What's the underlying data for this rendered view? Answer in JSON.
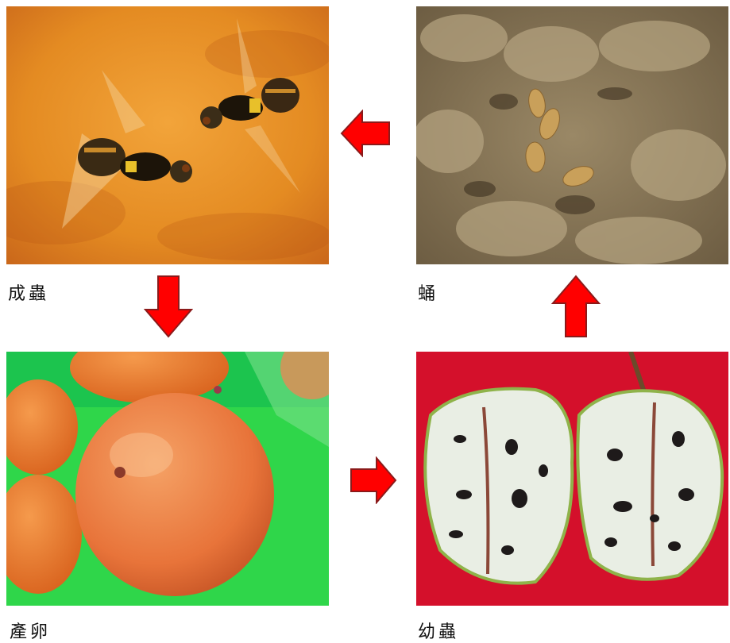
{
  "stages": {
    "adult": {
      "label": "成蟲"
    },
    "pupa": {
      "label": "蛹"
    },
    "egg": {
      "label": "產卵"
    },
    "larva": {
      "label": "幼蟲"
    }
  },
  "colors": {
    "arrow_fill": "#ff0000",
    "arrow_stroke": "#8b1a1a",
    "adult_bg": "#e8841e",
    "pupa_bg": "#8a7a5c",
    "egg_bg": "#27d84a",
    "larva_bg": "#d4102b"
  }
}
